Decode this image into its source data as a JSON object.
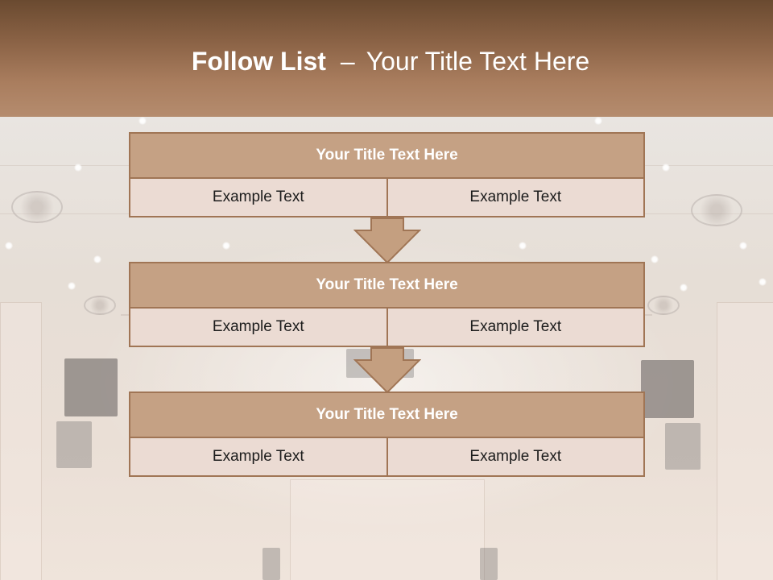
{
  "slide": {
    "title_bold": "Follow List",
    "title_dash": "–",
    "title_rest": "Your Title Text Here"
  },
  "colors": {
    "header_top": "#6a4a30",
    "header_bottom": "#b58c6e",
    "box_head": "#c5a184",
    "box_border": "#a07555",
    "cell_bg": "#ebdbd3",
    "arrow_fill": "#c49f80"
  },
  "steps": [
    {
      "heading": "Your Title Text Here",
      "cells": [
        "Example Text",
        "Example Text"
      ]
    },
    {
      "heading": "Your Title Text Here",
      "cells": [
        "Example Text",
        "Example Text"
      ]
    },
    {
      "heading": "Your Title Text Here",
      "cells": [
        "Example Text",
        "Example Text"
      ]
    }
  ],
  "arrows": [
    "down-arrow-icon",
    "down-arrow-icon"
  ]
}
